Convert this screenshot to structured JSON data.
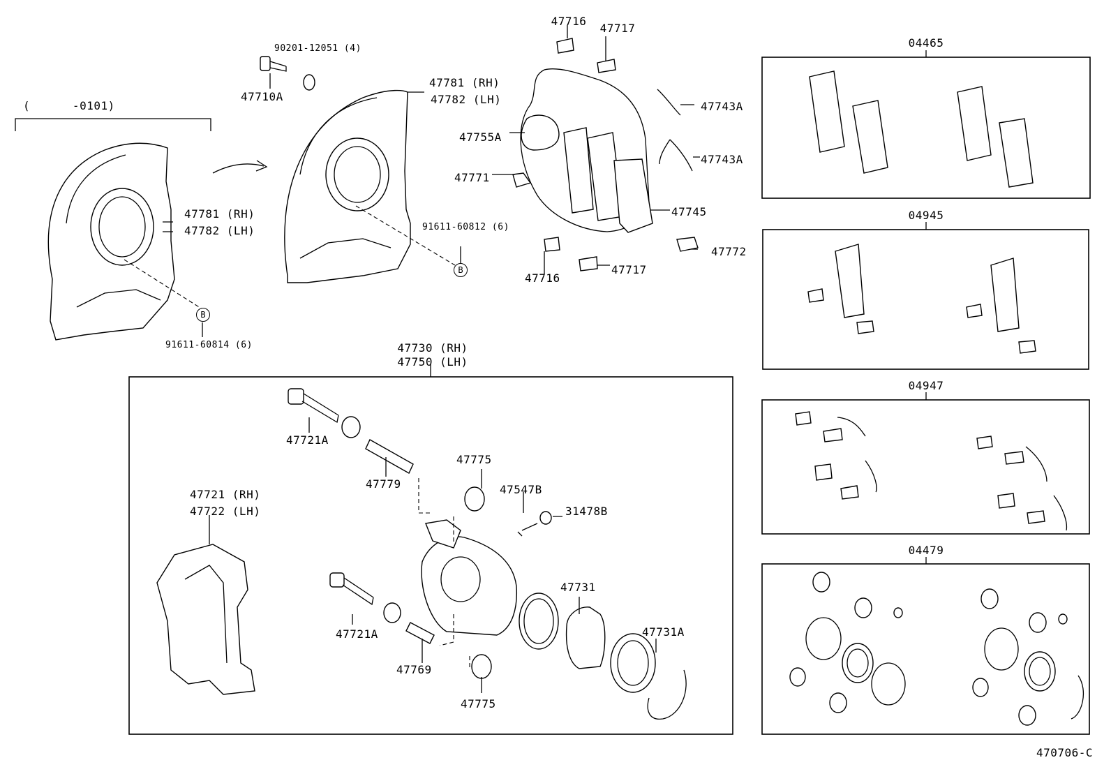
{
  "bracket_label": "(      -0101)",
  "parts": {
    "p_47716_top": "47716",
    "p_47717_top": "47717",
    "p_90201": "90201-12051 (4)",
    "p_47710A": "47710A",
    "p_47781_rh_mid": "47781 (RH)",
    "p_47782_lh_mid": "47782 (LH)",
    "p_47743A_1": "47743A",
    "p_47743A_2": "47743A",
    "p_47755A": "47755A",
    "p_47771": "47771",
    "p_47745": "47745",
    "p_91611_60812": "91611-60812 (6)",
    "p_47772": "47772",
    "p_47717_bot": "47717",
    "p_47716_bot": "47716",
    "p_47781_rh_left": "47781 (RH)",
    "p_47782_lh_left": "47782 (LH)",
    "p_91611_60814": "91611-60814 (6)",
    "p_47730_rh": "47730 (RH)",
    "p_47750_lh": "47750 (LH)",
    "p_47721A_1": "47721A",
    "p_47779": "47779",
    "p_47775_top": "47775",
    "p_47547B": "47547B",
    "p_31478B": "31478B",
    "p_47721_rh": "47721 (RH)",
    "p_47722_lh": "47722 (LH)",
    "p_47731": "47731",
    "p_47731A": "47731A",
    "p_47721A_2": "47721A",
    "p_47769": "47769",
    "p_47775_bot": "47775"
  },
  "callout_b": "B",
  "kits": {
    "k04465": "04465",
    "k04945": "04945",
    "k04947": "04947",
    "k04479": "04479"
  },
  "figure_code": "470706-C"
}
